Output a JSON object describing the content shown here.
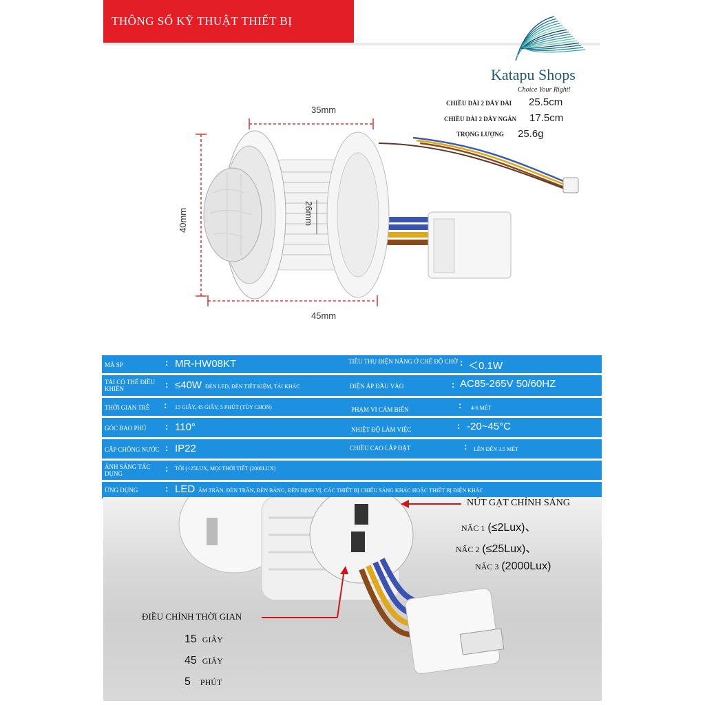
{
  "header": {
    "title": "THÔNG SỐ KỸ THUẬT THIẾT BỊ"
  },
  "brand": {
    "name": "Katapu Shops",
    "tagline": "Choice Your Right!"
  },
  "product_specs": [
    {
      "label": "CHIỀU DÀI 2 DÂY DÀI",
      "value": "25.5cm"
    },
    {
      "label": "CHIỀU DÀI 2 DÂY NGẮN",
      "value": "17.5cm"
    },
    {
      "label": "TRỌNG LƯỢNG",
      "value": "25.6g"
    }
  ],
  "dimensions": {
    "top": "35mm",
    "left": "40mm",
    "inner": "26mm",
    "bottom": "45mm"
  },
  "table": [
    {
      "l1": "MÃ SP",
      "v1": "MR-HW08KT",
      "l2": "TIÊU THỤ ĐIỆN NĂNG Ở CHẾ ĐỘ CHỜ",
      "v2": "＜0.1W"
    },
    {
      "l1": "TẢI CÓ THỂ ĐIỀU KHIỂN",
      "v1": "≤40W",
      "v1b": "ĐÈN LED, ĐÈN TIẾT KIỆM, TẢI KHÁC",
      "l2": "ĐIỆN ÁP ĐẦU VÀO",
      "v2": "AC85-265V  50/60HZ"
    },
    {
      "l1": "THỜI GIAN TRỄ",
      "v1": "15 GIÂY, 45 GIÂY, 5 PHÚT (TÙY CHỌN)",
      "l2": "PHẠM VI CẢM BIẾN",
      "v2": "4-6 MÉT"
    },
    {
      "l1": "GÓC BAO PHỦ",
      "v1": "110°",
      "l2": "NHIỆT ĐỘ LÀM VIỆC",
      "v2": "-20~45°C"
    },
    {
      "l1": "CẤP CHỐNG NƯỚC",
      "v1": "IP22",
      "l2": "CHIỀU CAO LẮP ĐẶT",
      "v2": "LÊN ĐẾN 3.5 MÉT"
    },
    {
      "l1": "ÁNH SÁNG TÁC DỤNG",
      "v1": "TỐI (<25LUX, MỌI THỜI TIẾT (2000LUX)"
    },
    {
      "l1": "ỨNG DỤNG",
      "v1": "LED",
      "v1b": "ÂM TRẦN, ĐÈN TRẦN, ĐÈN BẢNG, ĐÈN ĐỊNH VỊ, CÁC THIẾT BỊ CHIẾU SÁNG KHÁC HOẶC THIẾT BỊ ĐIỆN KHÁC"
    }
  ],
  "colon": ":",
  "light_switch": {
    "title": "NÚT GẠT CHỈNH SÁNG",
    "levels": [
      {
        "label": "NẤC 1",
        "value": "(≤2Lux)、"
      },
      {
        "label": "NẤC 2",
        "value": "(≤25Lux)、"
      },
      {
        "label": "NẤC 3",
        "value": "(2000Lux)"
      }
    ]
  },
  "time_adjust": {
    "title": "ĐIỀU CHỈNH THỜI GIAN",
    "options": [
      {
        "num": "15",
        "unit": "GIÂY"
      },
      {
        "num": "45",
        "unit": "GIÂY"
      },
      {
        "num": "5",
        "unit": "PHÚT"
      }
    ]
  },
  "colors": {
    "banner": "#e41e26",
    "table_row": "#1e90e0",
    "arrow": "#d0141c"
  }
}
